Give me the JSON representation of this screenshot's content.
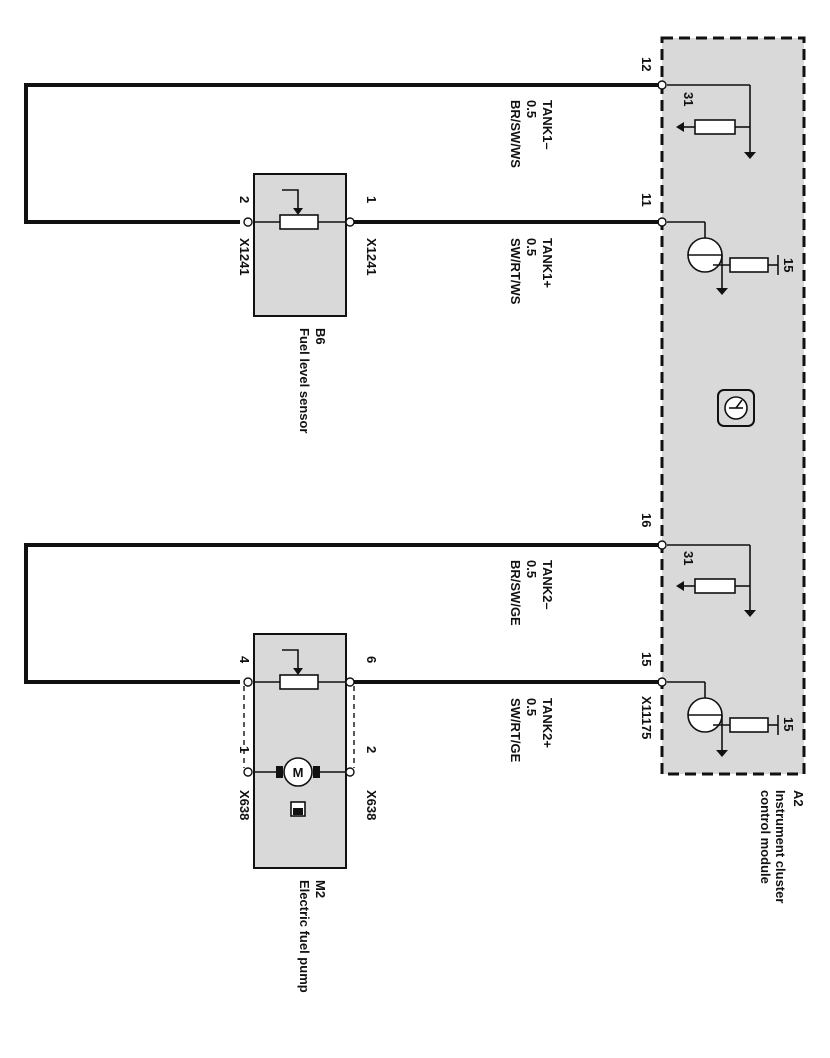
{
  "module": {
    "id": "A2",
    "name_line1": "Instrument cluster",
    "name_line2": "control module",
    "connector": "X11175",
    "pins": {
      "tank1_minus": "12",
      "tank1_plus": "11",
      "tank2_minus": "16",
      "tank2_plus": "15"
    },
    "ground_label": "31",
    "supply_label": "15"
  },
  "sensor": {
    "id": "B6",
    "name": "Fuel level sensor",
    "connector": "X1241",
    "pin_a": "1",
    "pin_b": "2"
  },
  "pump": {
    "id": "M2",
    "name": "Electric fuel pump",
    "connector": "X638",
    "pin_top_left": "6",
    "pin_top_right": "4",
    "pin_bottom_left": "2",
    "pin_bottom_right": "1",
    "motor_symbol": "M"
  },
  "wires": {
    "tank1_minus": {
      "signal": "TANK1–",
      "size": "0.5",
      "color": "BR/SW/WS"
    },
    "tank1_plus": {
      "signal": "TANK1+",
      "size": "0.5",
      "color": "SW/RT/WS"
    },
    "tank2_minus": {
      "signal": "TANK2–",
      "size": "0.5",
      "color": "BR/SW/GE"
    },
    "tank2_plus": {
      "signal": "TANK2+",
      "size": "0.5",
      "color": "SW/RT/GE"
    }
  }
}
